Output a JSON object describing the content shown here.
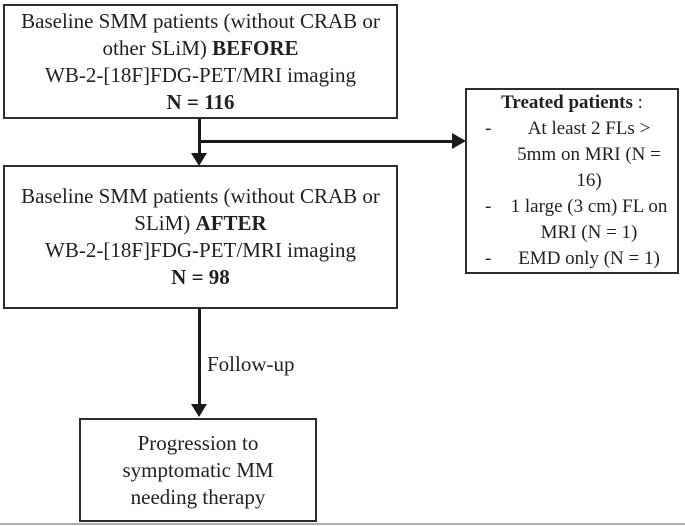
{
  "flowchart": {
    "box_before": {
      "line1": "Baseline SMM patients (without CRAB or",
      "line2_prefix": "other SLiM) ",
      "line2_bold": "BEFORE",
      "line3": "WB-2-[18F]FDG-PET/MRI imaging",
      "count_bold": "N = 116"
    },
    "box_after": {
      "line1": "Baseline SMM patients (without CRAB or",
      "line2_prefix": "SLiM) ",
      "line2_bold": "AFTER",
      "line3": "WB-2-[18F]FDG-PET/MRI imaging",
      "count_bold": "N = 98"
    },
    "box_treated": {
      "title_bold": "Treated patients",
      "title_suffix": " :",
      "bullet_marker": "-",
      "items": [
        "At least 2 FLs > 5mm on MRI (N = 16)",
        "1 large (3 cm) FL on MRI (N = 1)",
        "EMD only (N = 1)"
      ]
    },
    "box_progression": {
      "lines": [
        "Progression to",
        "symptomatic MM",
        "needing therapy"
      ]
    },
    "arrow_label_followup": "Follow-up",
    "colors": {
      "text": "#231f20",
      "border": "#2d2d2d",
      "arrow": "#1a1a1a",
      "background": "#ffffff",
      "figure_edge": "#adadad"
    }
  }
}
